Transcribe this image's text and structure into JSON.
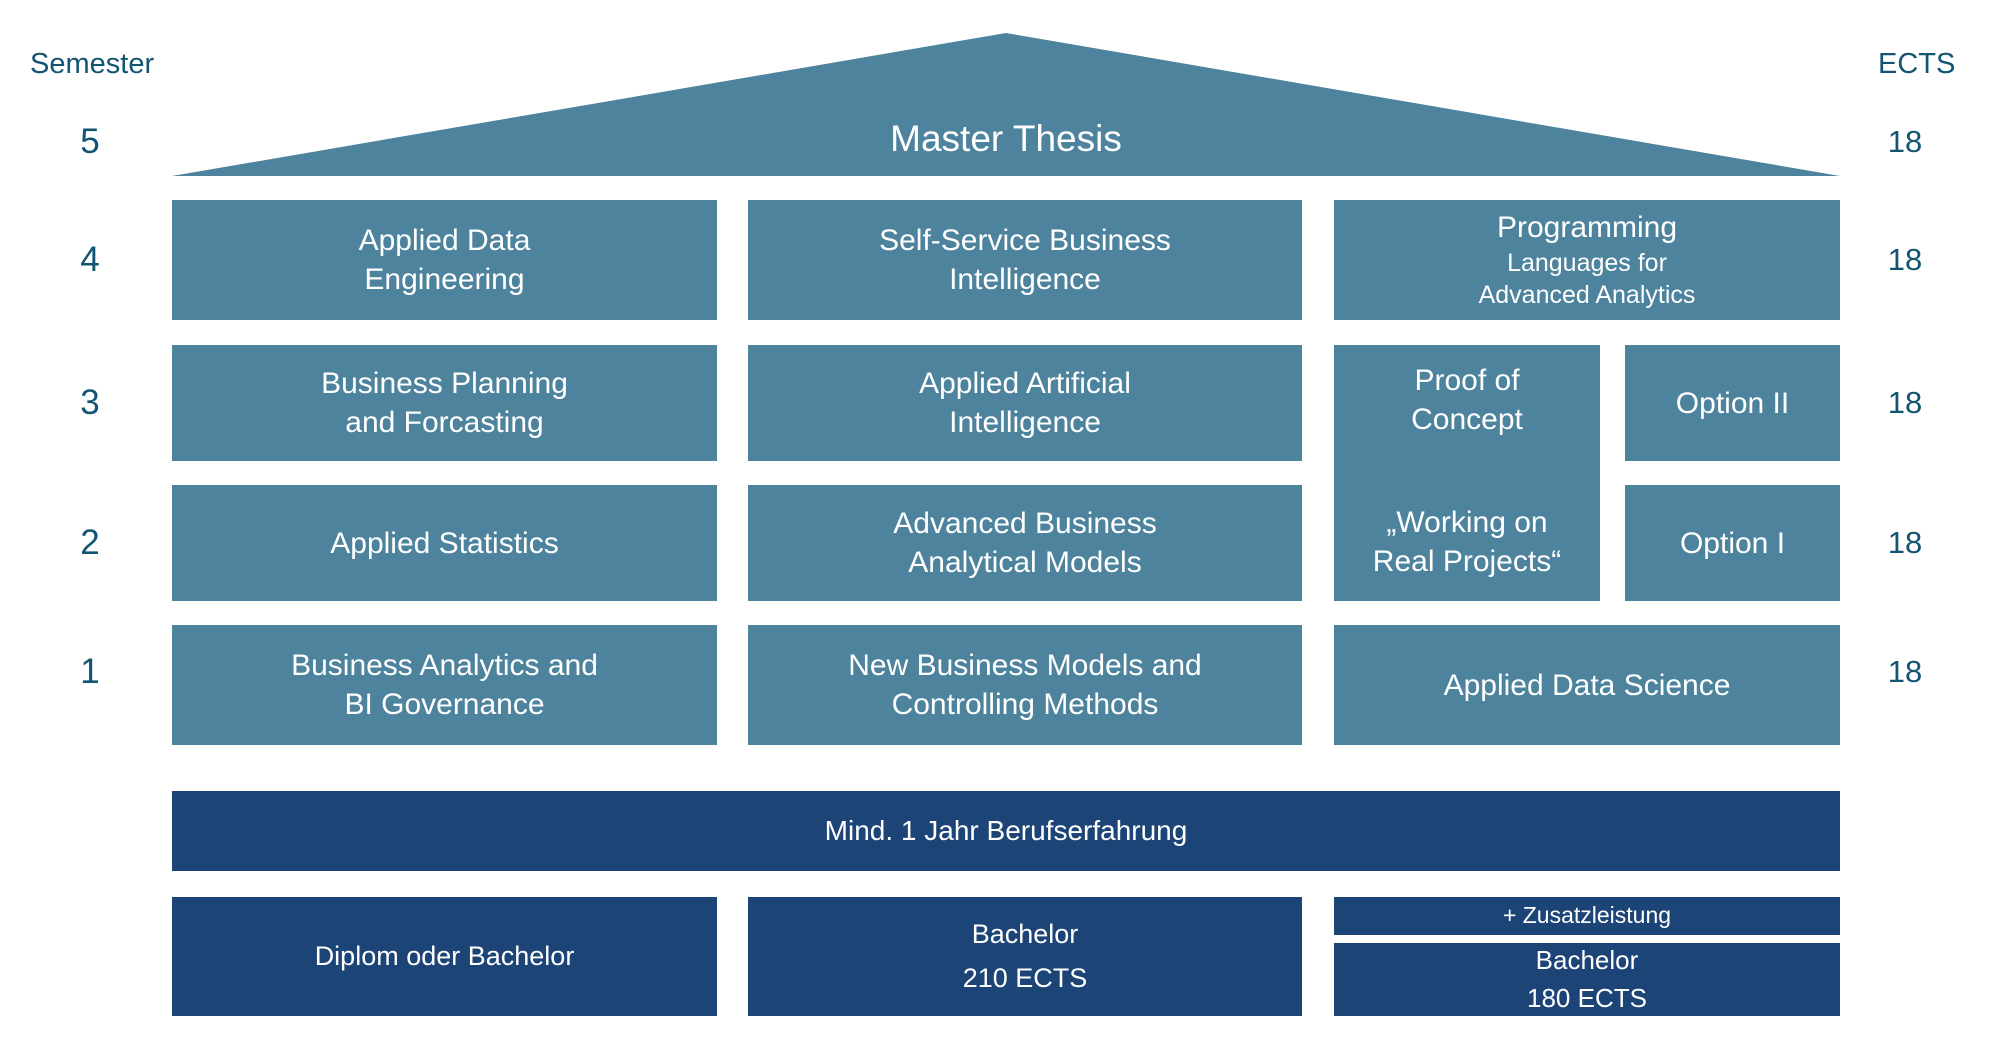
{
  "colors": {
    "course_box": "#4D839D",
    "foundation_box": "#1C4476",
    "axis_text": "#125572",
    "box_text": "#FFFFFF"
  },
  "axes": {
    "semester": {
      "title": "Semester",
      "values": [
        "5",
        "4",
        "3",
        "2",
        "1"
      ]
    },
    "ects": {
      "title": "ECTS",
      "values": [
        "18",
        "18",
        "18",
        "18",
        "18"
      ]
    }
  },
  "roof": {
    "label": "Master Thesis"
  },
  "courses": {
    "r4c1": "Applied Data\nEngineering",
    "r4c2": "Self-Service Business\nIntelligence",
    "r4c3_title": "Programming",
    "r4c3_sub": "Languages for\nAdvanced Analytics",
    "r3c1": "Business Planning\nand Forcasting",
    "r3c2": "Applied Artificial\nIntelligence",
    "poc_top": "Proof of\nConcept",
    "poc_bottom": "„Working on\nReal Projects“",
    "option2": "Option II",
    "r2c1": "Applied Statistics",
    "r2c2": "Advanced Business\nAnalytical Models",
    "option1": "Option I",
    "r1c1": "Business Analytics and\nBI Governance",
    "r1c2": "New Business Models and\nControlling Methods",
    "r1c3": "Applied Data Science"
  },
  "foundation": {
    "experience": "Mind. 1 Jahr Berufserfahrung",
    "entry_left": "Diplom oder Bachelor",
    "entry_middle": "Bachelor\n210 ECTS",
    "zusatz": "+ Zusatzleistung",
    "entry_right": "Bachelor\n180 ECTS"
  }
}
